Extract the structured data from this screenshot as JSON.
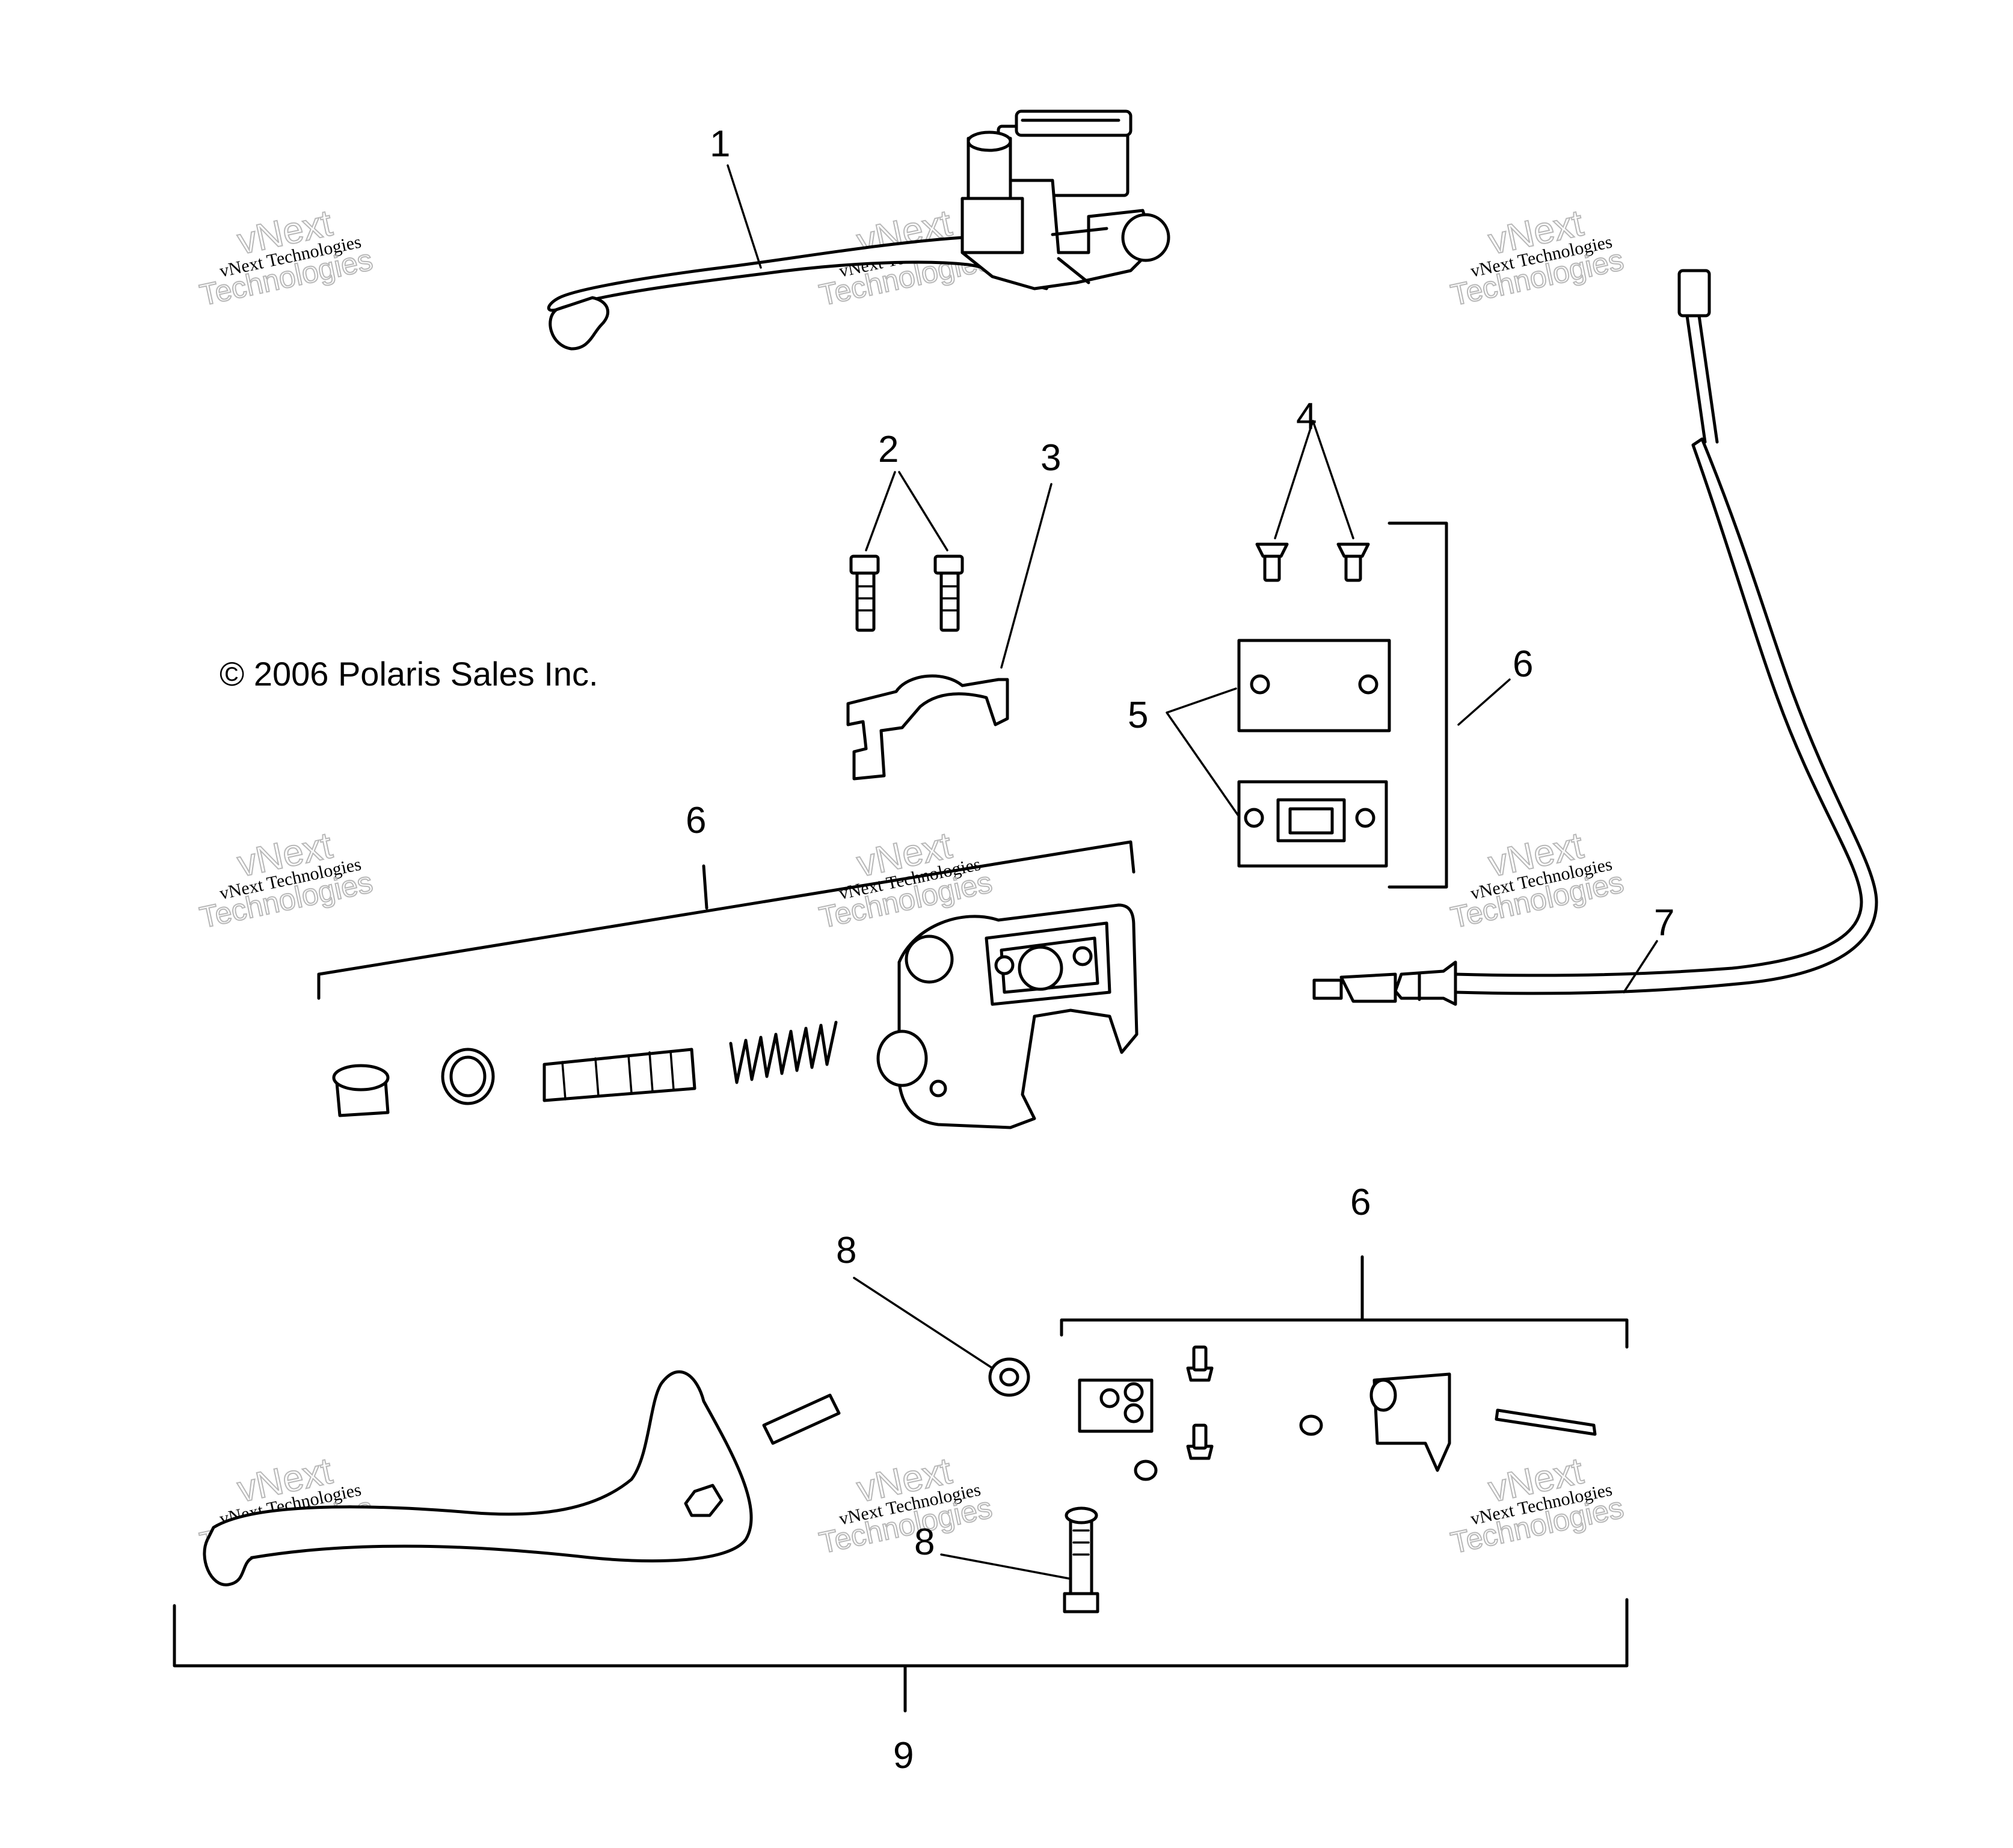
{
  "copyright": "© 2006 Polaris Sales Inc.",
  "callouts": {
    "c1": "1",
    "c2": "2",
    "c3": "3",
    "c4": "4",
    "c5": "5",
    "c6a": "6",
    "c6b": "6",
    "c6c": "6",
    "c7": "7",
    "c8a": "8",
    "c8b": "8",
    "c9": "9"
  },
  "watermark": {
    "line_small": "vNext Technologies",
    "line_big1": "vNext",
    "line_big2": "Technologies"
  }
}
